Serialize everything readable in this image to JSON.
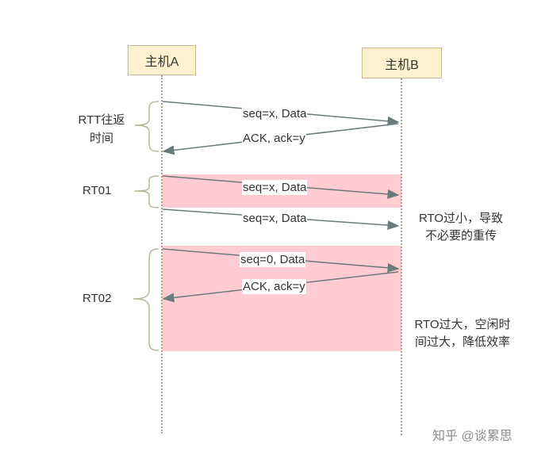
{
  "hosts": {
    "a": "主机A",
    "b": "主机B"
  },
  "intervals": {
    "rtt": "RTT往返\n时间",
    "rt01": "RT01",
    "rt02": "RT02"
  },
  "messages": {
    "m1": "seq=x, Data",
    "m2": "ACK, ack=y",
    "m3": "seq=x, Data",
    "m4": "seq=x, Data",
    "m5": "seq=0, Data",
    "m6": "ACK, ack=y"
  },
  "notes": {
    "small_rto": "RTO过小，导致\n不必要的重传",
    "large_rto": "RTO过大，空闲时\n间过大，降低效率"
  },
  "watermark": "知乎 @谈累思",
  "colors": {
    "band": "#ffccd2",
    "host_fill": "#fdf1cf",
    "arrow": "#6b7a7a",
    "brace": "#b5b89a"
  }
}
